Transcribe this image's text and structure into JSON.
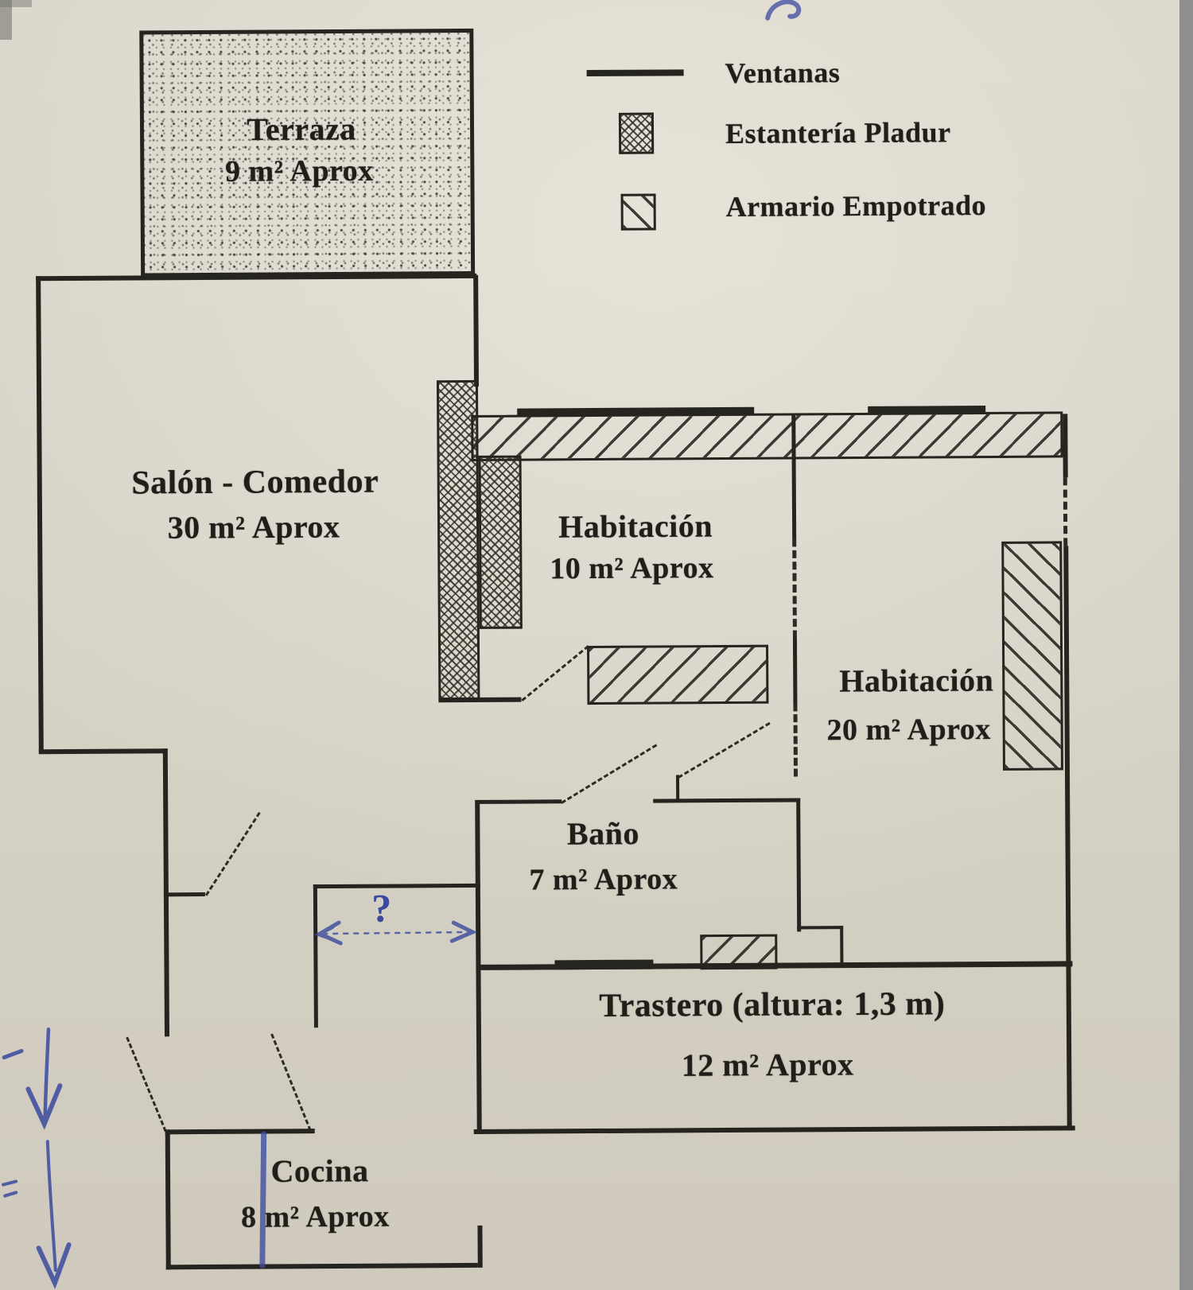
{
  "colors": {
    "paper": "#d6d2c6",
    "ink": "#26241f",
    "blue_pen": "#3b4a9e",
    "photo_edge": "#8e8e8f"
  },
  "legend": {
    "items": [
      {
        "symbol": "window-line",
        "label": "Ventanas"
      },
      {
        "symbol": "crosshatch-box",
        "label": "Estantería Pladur"
      },
      {
        "symbol": "diagonal-hatch-box",
        "label": "Armario Empotrado"
      }
    ]
  },
  "rooms": [
    {
      "id": "terraza",
      "name": "Terraza",
      "area": "9 m² Aprox"
    },
    {
      "id": "salon-comedor",
      "name": "Salón - Comedor",
      "area": "30 m² Aprox"
    },
    {
      "id": "habitacion-10",
      "name": "Habitación",
      "area": "10 m² Aprox"
    },
    {
      "id": "habitacion-20",
      "name": "Habitación",
      "area": "20 m² Aprox"
    },
    {
      "id": "bano",
      "name": "Baño",
      "area": "7 m² Aprox"
    },
    {
      "id": "trastero",
      "name": "Trastero (altura: 1,3 m)",
      "area": "12 m² Aprox"
    },
    {
      "id": "cocina",
      "name": "Cocina",
      "area": "8 m² Aprox"
    }
  ],
  "annotations": {
    "question_mark": "?"
  }
}
